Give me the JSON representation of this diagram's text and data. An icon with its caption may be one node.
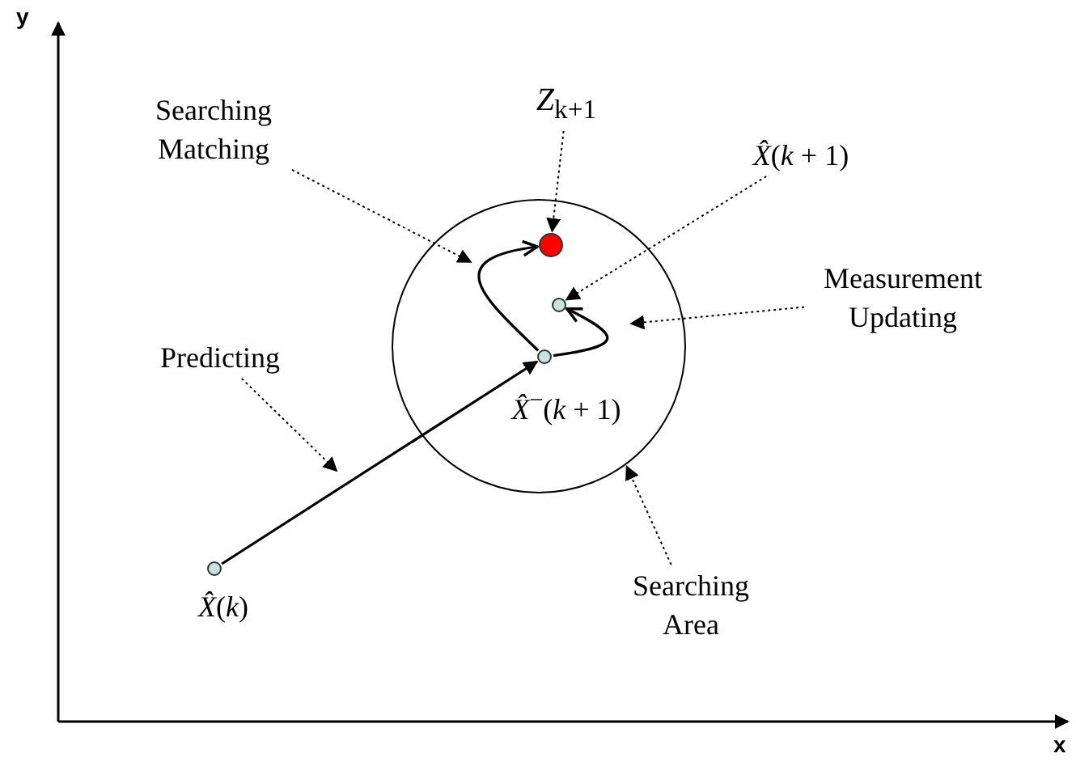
{
  "diagram": {
    "nodes": [
      {
        "text": [
          "Searching Matching"
        ]
      },
      {
        "text": [
          "*Z*$_{k+1}$"
        ]
      },
      {
        "text": [
          "*X̂*(*k* + 1)"
        ]
      },
      {
        "text": [
          "Measurement Updating"
        ]
      },
      {
        "text": [
          "Predicting"
        ]
      },
      {
        "text": [],
        "shape": "circle"
      },
      {
        "text": [],
        "shape": "circle",
        "in": 5
      },
      {
        "text": [],
        "shape": "circle",
        "in": 5
      },
      {
        "text": [],
        "shape": "circle",
        "in": 5,
        "beside": [
          "*X̂*$^{−}$(*k* + 1)"
        ]
      },
      {
        "text": [],
        "shape": "circle",
        "beside": [
          "*X̂*(*k*)"
        ]
      },
      {
        "text": [
          "Searching Area"
        ]
      }
    ],
    "edges": [
      {
        "from": 0,
        "to": null,
        "arrow": "to",
        "style": "dashed"
      },
      {
        "from": 1,
        "to": 6,
        "arrow": "to",
        "style": "dashed"
      },
      {
        "from": 2,
        "to": 7,
        "arrow": "to",
        "style": "dashed"
      },
      {
        "from": 3,
        "to": null,
        "arrow": "to",
        "style": "dashed"
      },
      {
        "from": 4,
        "to": null,
        "arrow": "to",
        "style": "dashed"
      },
      {
        "from": 10,
        "to": 5,
        "arrow": "to",
        "style": "dashed"
      },
      {
        "from": 9,
        "to": 8,
        "arrow": "to"
      },
      {
        "from": 8,
        "to": 6,
        "arrow": "to"
      },
      {
        "from": 8,
        "to": 7,
        "arrow": "to"
      }
    ],
    "labels": [
      "y",
      "x"
    ]
  }
}
